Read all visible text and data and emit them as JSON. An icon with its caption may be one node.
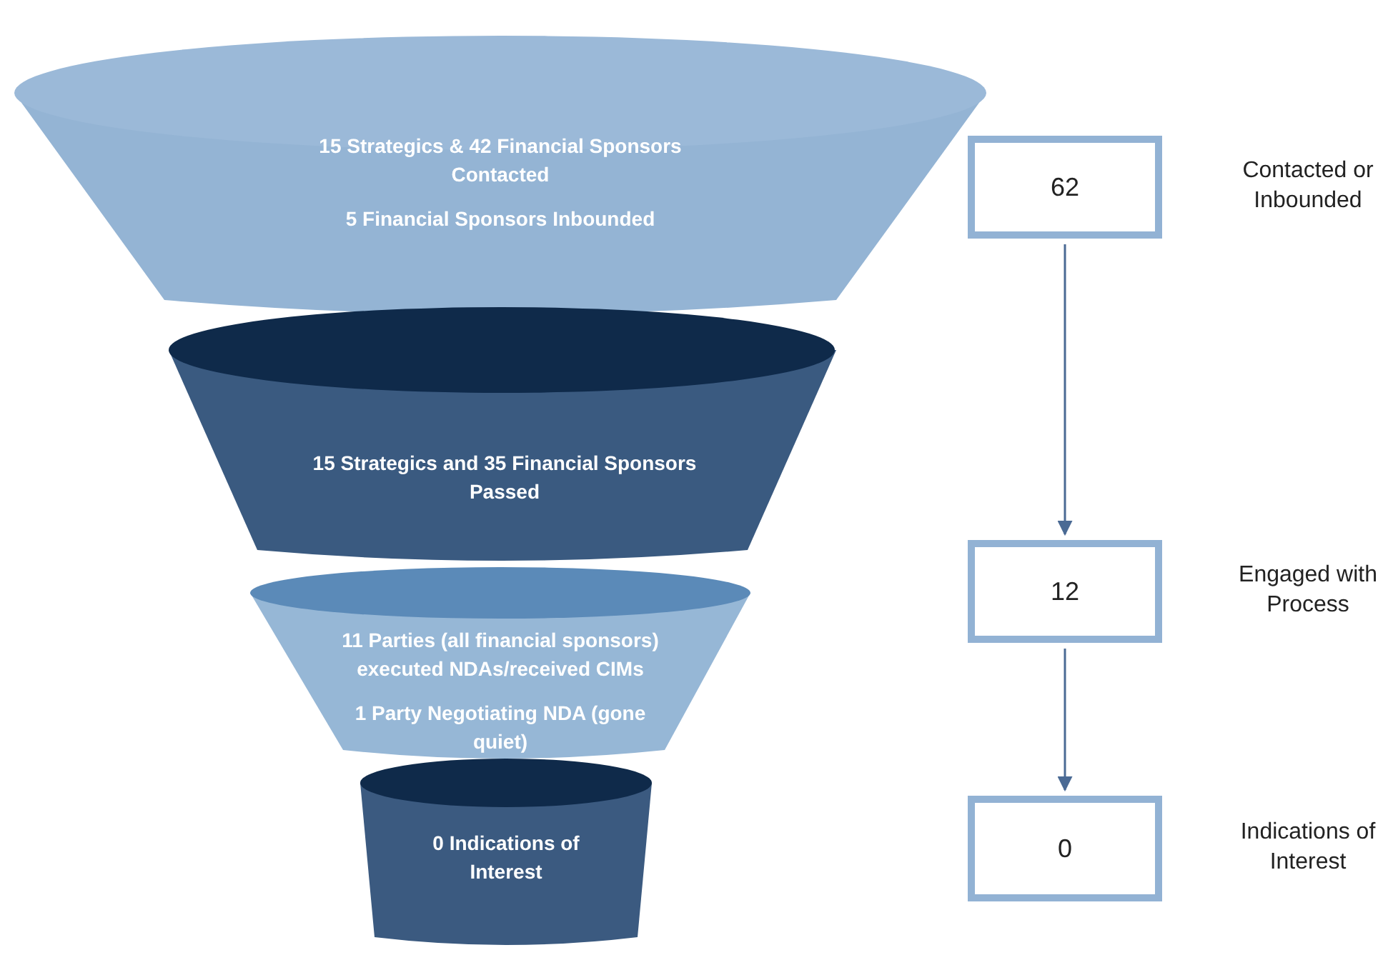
{
  "diagram": {
    "nodes": [
      {
        "text": [
          "15 Strategics & 42 Financial Sponsors Contacted",
          "5 Financial Sponsors Inbounded"
        ]
      },
      {
        "text": [
          "15 Strategics and 35 Financial Sponsors Passed"
        ]
      },
      {
        "text": [
          "11 Parties (all financial sponsors) executed NDAs/received CIMs",
          "1 Party Negotiating NDA (gone quiet)"
        ]
      },
      {
        "text": [
          "0 Indications of Interest"
        ]
      },
      {
        "text": [
          "62"
        ],
        "beside": [
          "Contacted or Inbounded"
        ]
      },
      {
        "text": [
          "12"
        ],
        "beside": [
          "Engaged with Process"
        ]
      },
      {
        "text": [
          "0"
        ],
        "beside": [
          "Indications of Interest"
        ]
      }
    ],
    "edges": [
      {
        "from": 4,
        "to": 5,
        "arrow": "to"
      },
      {
        "from": 5,
        "to": 6,
        "arrow": "to"
      }
    ]
  }
}
